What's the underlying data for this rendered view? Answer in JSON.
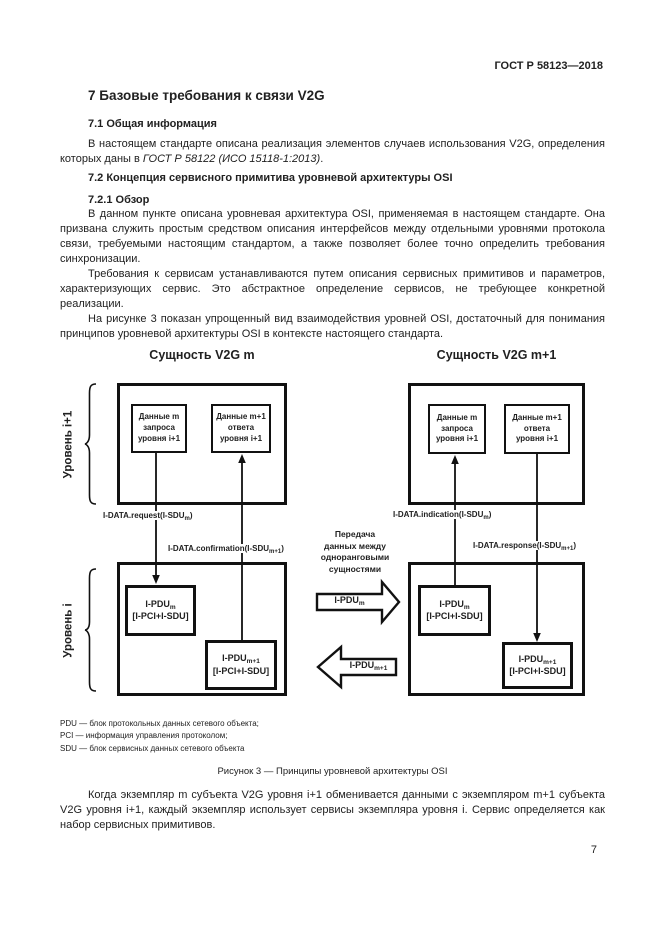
{
  "page": {
    "header": "ГОСТ Р 58123—2018",
    "page_number": "7"
  },
  "sections": {
    "h7": "7 Базовые требования к связи V2G",
    "h71": "7.1 Общая информация",
    "p71_pre": "В настоящем стандарте описана реализация элементов случаев использования V2G, определения которых даны в ",
    "p71_italic": "ГОСТ Р 58122 (ИСО 15118-1:2013)",
    "p71_post": ".",
    "h72": "7.2 Концепция сервисного примитива уровневой архитектуры OSI",
    "h721": "7.2.1 Обзор",
    "p721a": "В данном пункте описана уровневая архитектура OSI, применяемая в настоящем стандарте. Она призвана служить простым средством описания интерфейсов между отдельными уровнями протокола связи, требуемыми настоящим стандартом, а также позволяет более точно определить требования синхронизации.",
    "p721b": "Требования к сервисам устанавливаются путем описания сервисных примитивов и параметров, характеризующих сервис. Это абстрактное определение сервисов, не требующее конкретной реализации.",
    "p721c": "На рисунке 3 показан упрощенный вид взаимодействия уровней OSI, достаточный для понимания принципов уровневой архитектуры OSI в контексте настоящего стандарта.",
    "p_final": "Когда экземпляр m субъекта V2G уровня i+1 обменивается данными с экземпляром m+1 субъекта V2G уровня i+1, каждый экземпляр использует сервисы экземпляра уровня i. Сервис определяется как набор сервисных примитивов."
  },
  "figure": {
    "left_title": "Сущность V2G m",
    "right_title": "Сущность V2G m+1",
    "layer_upper": "Уровень i+1",
    "layer_lower": "Уровень i",
    "box_request": "Данные m\nзапроса\nуровня i+1",
    "box_response": "Данные m+1\nответа\nуровня i+1",
    "ipdu_m": {
      "pre": "I-PDU",
      "sub": "m",
      "line2": "[I-PCI+I-SDU]"
    },
    "ipdu_m1": {
      "pre": "I-PDU",
      "sub": "m+1",
      "line2": "[I-PCI+I-SDU]"
    },
    "lbl_request": {
      "pre": "I-DATA.request(I-SDU",
      "sub": "m",
      "post": ")"
    },
    "lbl_confirmation": {
      "pre": "I-DATA.confirmation(I-SDU",
      "sub": "m+1",
      "post": ")"
    },
    "lbl_indication": {
      "pre": "I-DATA.indication(I-SDU",
      "sub": "m",
      "post": ")"
    },
    "lbl_response": {
      "pre": "I-DATA.response(I-SDU",
      "sub": "m+1",
      "post": ")"
    },
    "peer_text": "Передача\nданных между\nодноранговыми\nсущностями",
    "arrow_right_label": {
      "pre": "I-PDU",
      "sub": "m"
    },
    "arrow_left_label": {
      "pre": "I-PDU",
      "sub": "m+1"
    },
    "notes": [
      "PDU — блок протокольных данных сетевого объекта;",
      "PCI — информация управления протоколом;",
      "SDU — блок сервисных данных сетевого объекта"
    ],
    "caption": "Рисунок 3 — Принципы уровневой архитектуры OSI"
  }
}
